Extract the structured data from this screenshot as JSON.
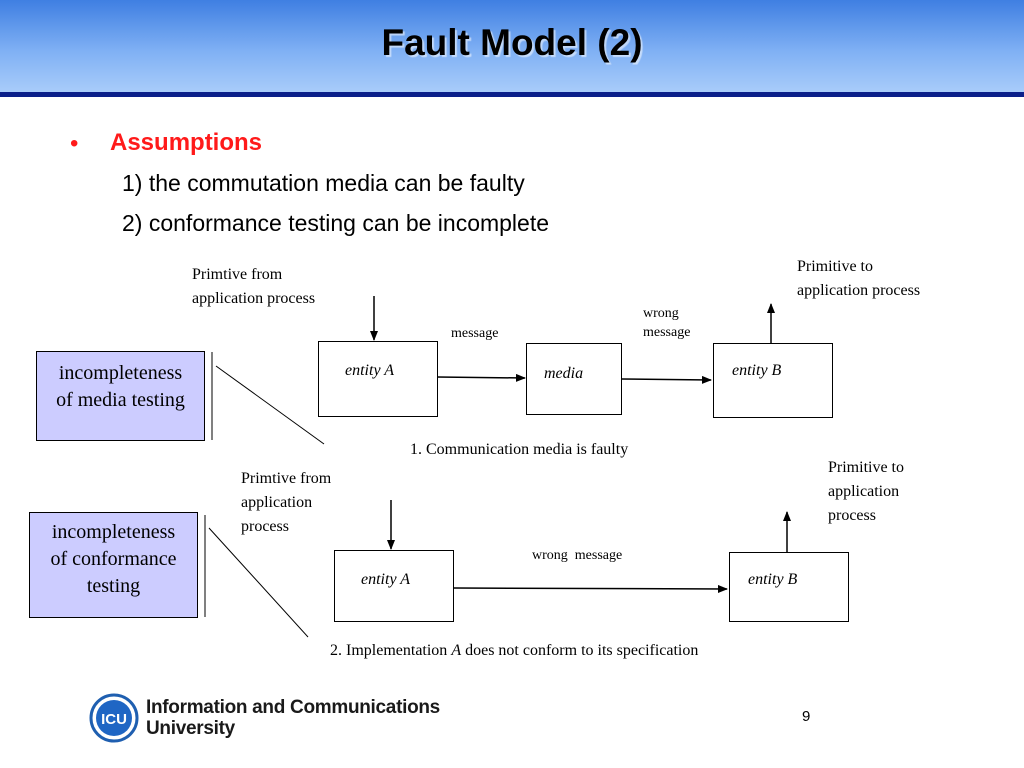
{
  "title": "Fault Model (2)",
  "assumptions": {
    "heading": "Assumptions",
    "items": [
      "1) the commutation media can be faulty",
      "2) conformance testing can be incomplete"
    ]
  },
  "diagram1": {
    "input_label_line1": "Primtive from",
    "input_label_line2": "application process",
    "output_label_line1": "Primitive to",
    "output_label_line2": "application process",
    "entity_a": "entity A",
    "media": "media",
    "entity_b": "entity B",
    "message": "message",
    "wrong_message_line1": "wrong",
    "wrong_message_line2": "message",
    "caption": "1. Communication media is faulty",
    "side_box_line1": "incompleteness",
    "side_box_line2": "of media testing"
  },
  "diagram2": {
    "input_label_line1": "Primtive from",
    "input_label_line2": "application",
    "input_label_line3": "process",
    "output_label_line1": "Primitive to",
    "output_label_line2": "application",
    "output_label_line3": "process",
    "entity_a": "entity A",
    "entity_b": "entity B",
    "wrong_message": "wrong  message",
    "caption_prefix": "2. Implementation ",
    "caption_em": "A",
    "caption_suffix": " does not conform to its specification",
    "side_box_line1": "incompleteness",
    "side_box_line2": "of conformance",
    "side_box_line3": "testing"
  },
  "footer": {
    "logo_badge": "ICU",
    "logo_line1": "Information and Communications",
    "logo_line2": "University",
    "page_number": "9"
  }
}
